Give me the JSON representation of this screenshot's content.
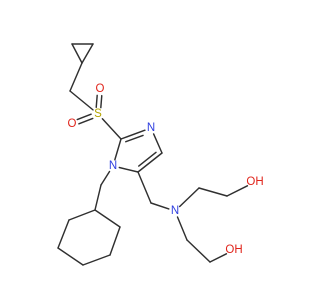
{
  "molecule": {
    "atoms": [
      {
        "id": "cp1",
        "element": "C",
        "label": ""
      },
      {
        "id": "cp2",
        "element": "C",
        "label": ""
      },
      {
        "id": "cp3",
        "element": "C",
        "label": ""
      },
      {
        "id": "ch2s",
        "element": "C",
        "label": ""
      },
      {
        "id": "s",
        "element": "S",
        "label": "S"
      },
      {
        "id": "o1",
        "element": "O",
        "label": "O"
      },
      {
        "id": "o2",
        "element": "O",
        "label": "O"
      },
      {
        "id": "c2",
        "element": "C",
        "label": ""
      },
      {
        "id": "n3",
        "element": "N",
        "label": "N"
      },
      {
        "id": "c4",
        "element": "C",
        "label": ""
      },
      {
        "id": "c5",
        "element": "C",
        "label": ""
      },
      {
        "id": "n1",
        "element": "N",
        "label": "N"
      },
      {
        "id": "ch2n1",
        "element": "C",
        "label": ""
      },
      {
        "id": "cy1",
        "element": "C",
        "label": ""
      },
      {
        "id": "cy2",
        "element": "C",
        "label": ""
      },
      {
        "id": "cy3",
        "element": "C",
        "label": ""
      },
      {
        "id": "cy4",
        "element": "C",
        "label": ""
      },
      {
        "id": "cy5",
        "element": "C",
        "label": ""
      },
      {
        "id": "cy6",
        "element": "C",
        "label": ""
      },
      {
        "id": "ch2c5",
        "element": "C",
        "label": ""
      },
      {
        "id": "nam",
        "element": "N",
        "label": "N"
      },
      {
        "id": "ea1",
        "element": "C",
        "label": ""
      },
      {
        "id": "ea2",
        "element": "C",
        "label": ""
      },
      {
        "id": "oh1",
        "element": "O",
        "label": "OH"
      },
      {
        "id": "eb1",
        "element": "C",
        "label": ""
      },
      {
        "id": "eb2",
        "element": "C",
        "label": ""
      },
      {
        "id": "oh2",
        "element": "O",
        "label": "OH"
      }
    ],
    "bonds": [
      {
        "from": "cp1",
        "to": "cp2",
        "order": 1
      },
      {
        "from": "cp2",
        "to": "cp3",
        "order": 1
      },
      {
        "from": "cp3",
        "to": "cp1",
        "order": 1
      },
      {
        "from": "cp3",
        "to": "ch2s",
        "order": 1
      },
      {
        "from": "ch2s",
        "to": "s",
        "order": 1
      },
      {
        "from": "s",
        "to": "o1",
        "order": 2
      },
      {
        "from": "s",
        "to": "o2",
        "order": 2
      },
      {
        "from": "s",
        "to": "c2",
        "order": 1
      },
      {
        "from": "c2",
        "to": "n3",
        "order": 2
      },
      {
        "from": "n3",
        "to": "c4",
        "order": 1
      },
      {
        "from": "c4",
        "to": "c5",
        "order": 2
      },
      {
        "from": "c5",
        "to": "n1",
        "order": 1
      },
      {
        "from": "n1",
        "to": "c2",
        "order": 1
      },
      {
        "from": "n1",
        "to": "ch2n1",
        "order": 1
      },
      {
        "from": "ch2n1",
        "to": "cy1",
        "order": 1
      },
      {
        "from": "cy1",
        "to": "cy2",
        "order": 1
      },
      {
        "from": "cy2",
        "to": "cy3",
        "order": 1
      },
      {
        "from": "cy3",
        "to": "cy4",
        "order": 1
      },
      {
        "from": "cy4",
        "to": "cy5",
        "order": 1
      },
      {
        "from": "cy5",
        "to": "cy6",
        "order": 1
      },
      {
        "from": "cy6",
        "to": "cy1",
        "order": 1
      },
      {
        "from": "c5",
        "to": "ch2c5",
        "order": 1
      },
      {
        "from": "ch2c5",
        "to": "nam",
        "order": 1
      },
      {
        "from": "nam",
        "to": "ea1",
        "order": 1
      },
      {
        "from": "ea1",
        "to": "ea2",
        "order": 1
      },
      {
        "from": "ea2",
        "to": "oh1",
        "order": 1
      },
      {
        "from": "nam",
        "to": "eb1",
        "order": 1
      },
      {
        "from": "eb1",
        "to": "eb2",
        "order": 1
      },
      {
        "from": "eb2",
        "to": "oh2",
        "order": 1
      }
    ]
  },
  "colors": {
    "bond": "#303030",
    "carbon_label": "#303030",
    "nitrogen": "#2f3fe0",
    "oxygen": "#e0241b",
    "sulfur": "#b3a400",
    "background": "#ffffff"
  }
}
